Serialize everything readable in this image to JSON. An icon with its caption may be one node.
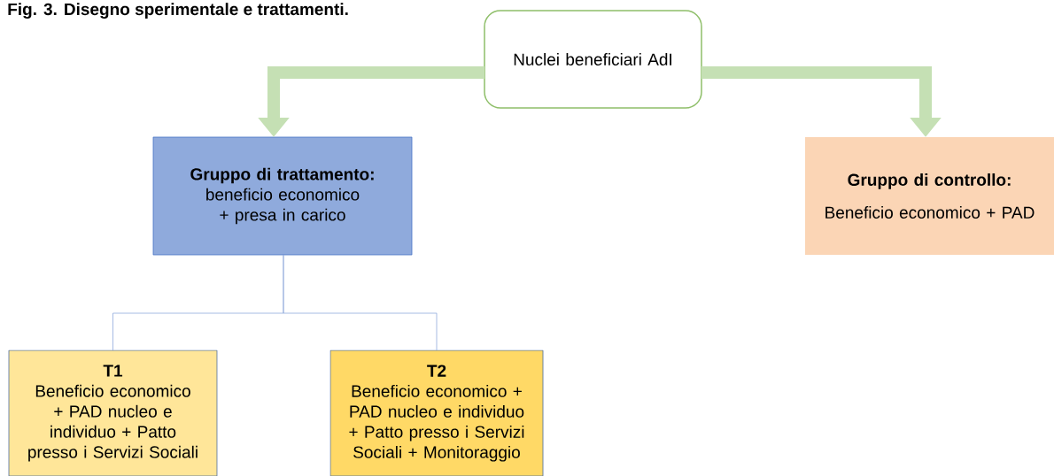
{
  "diagram": {
    "title": "Fig. 3. Disegno sperimentale e trattamenti.",
    "nodes": [
      {
        "text": [
          "Nuclei beneficiari AdI"
        ]
      },
      {
        "text": [
          "Gruppo di trattamento:",
          "beneficio economico + presa in carico"
        ]
      },
      {
        "text": [
          "Gruppo di controllo:",
          "Beneficio economico + PAD"
        ]
      },
      {
        "text": [
          "T1",
          "Beneficio economico + PAD nucleo e individuo + Patto presso i Servizi Sociali"
        ]
      },
      {
        "text": [
          "T2",
          "Beneficio economico + PAD nucleo e individuo + Patto presso i Servizi Sociali + Monitoraggio"
        ]
      }
    ],
    "edges": [
      {
        "from": 0,
        "to": 1,
        "arrow": "to",
        "style": "thick",
        "color": "#c5e0b4"
      },
      {
        "from": 0,
        "to": 2,
        "arrow": "to",
        "style": "thick",
        "color": "#c5e0b4"
      },
      {
        "from": 1,
        "to": 3,
        "arrow": "none"
      },
      {
        "from": 1,
        "to": 4,
        "arrow": "none"
      }
    ]
  }
}
